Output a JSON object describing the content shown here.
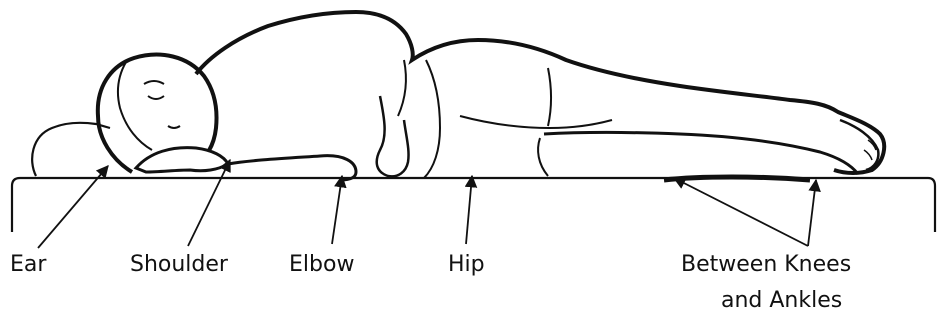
{
  "labels": {
    "ear": "Ear",
    "shoulder": "Shoulder",
    "elbow": "Elbow",
    "hip": "Hip",
    "knees_line1": "Between Knees",
    "knees_line2": "and Ankles"
  },
  "colors": {
    "ink": "#111111",
    "background": "#ffffff"
  }
}
